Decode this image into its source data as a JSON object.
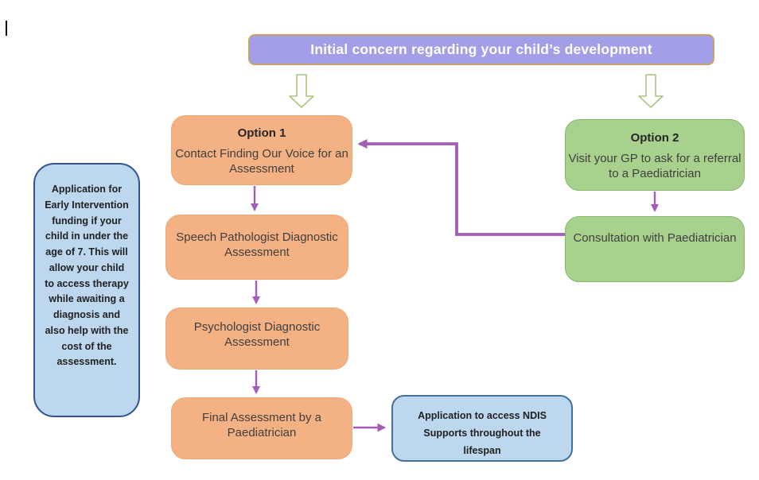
{
  "banner": {
    "label": "Initial concern regarding your child’s development"
  },
  "flow": {
    "option1": {
      "title": "Option 1",
      "body": "Contact Finding Our Voice for an Assessment"
    },
    "speech": {
      "body": "Speech Pathologist Diagnostic Assessment"
    },
    "psychologist": {
      "body": "Psychologist Diagnostic Assessment"
    },
    "final": {
      "body": "Final Assessment by a Paediatrician"
    },
    "option2": {
      "title": "Option 2",
      "body": "Visit your GP to ask for a referral to a Paediatrician"
    },
    "consultation": {
      "body": "Consultation with Paediatrician"
    },
    "ndis": {
      "body": "Application to access NDIS Supports throughout the lifespan"
    },
    "early_intervention": {
      "body": "Application for Early Intervention funding if your child in under the age of 7. This will allow your child to access therapy while awaiting a diagnosis and also help with the cost of the assessment."
    }
  },
  "colors": {
    "banner_fill": "#a29fe8",
    "banner_border": "#c8a26a",
    "orange_fill": "#f4b183",
    "green_fill": "#a9d18e",
    "green_border": "#84b569",
    "blue_fill": "#bdd7ee",
    "blue_border": "#41719c",
    "blue_border_dark": "#31538f",
    "connector_purple": "#a35db8",
    "hollow_arrow_green": "#a9c47f"
  }
}
